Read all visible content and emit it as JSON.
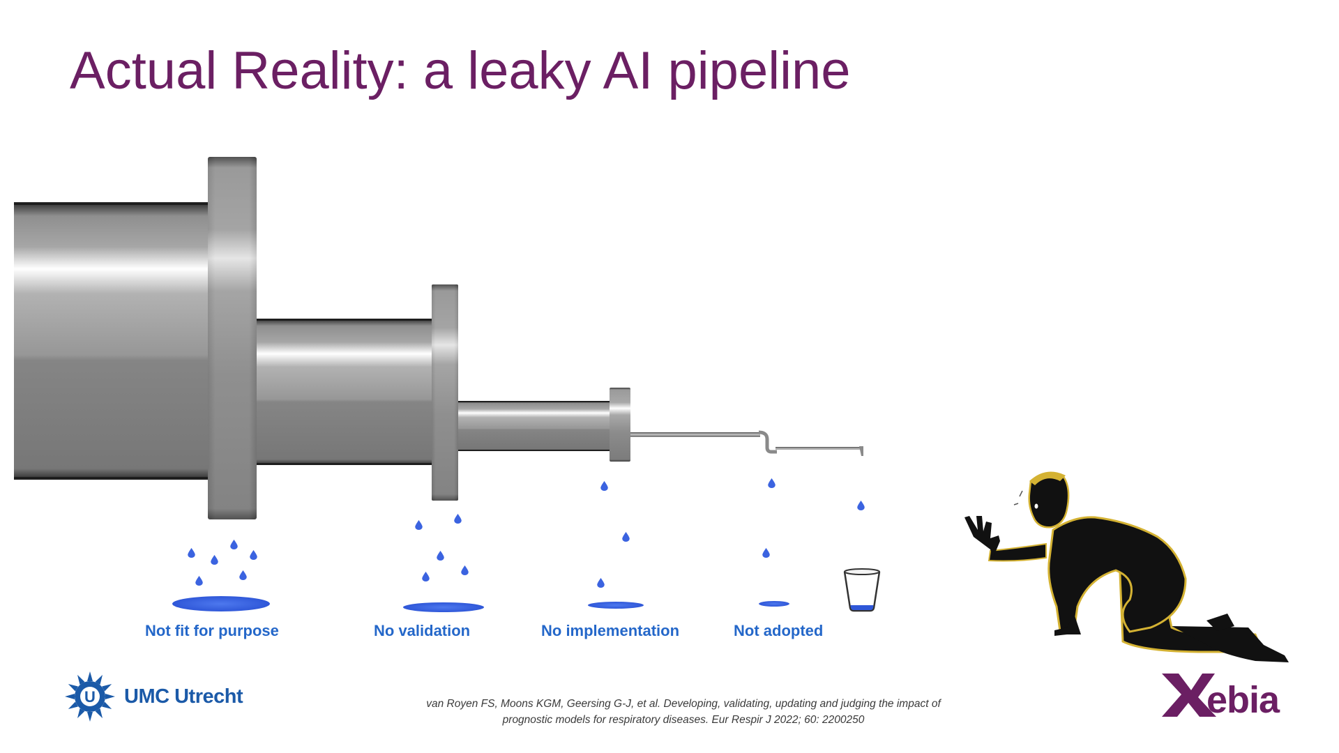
{
  "slide": {
    "title": "Actual Reality: a leaky AI pipeline",
    "title_color": "#6b1f63"
  },
  "stages": [
    {
      "label": "Not fit for purpose"
    },
    {
      "label": "No validation"
    },
    {
      "label": "No implementation"
    },
    {
      "label": "Not adopted"
    }
  ],
  "footer": {
    "umc_logo_text": "UMC Utrecht",
    "xebia_logo_text": "Xebia",
    "citation_line1": "van Royen FS, Moons KGM, Geersing G-J, et al. Developing, validating, updating and judging the impact of",
    "citation_line2": "prognostic models for respiratory diseases. Eur Respir J 2022; 60: 2200250"
  },
  "colors": {
    "label_blue": "#2467c9",
    "water_blue": "#3b63e0",
    "umc_blue": "#1b5aa8",
    "xebia_purple": "#6b1f63"
  },
  "icons": [
    "pipe-illustration",
    "water-drop-icon",
    "glass-icon",
    "kneeling-man-illustration",
    "umc-utrecht-logo",
    "xebia-logo"
  ]
}
